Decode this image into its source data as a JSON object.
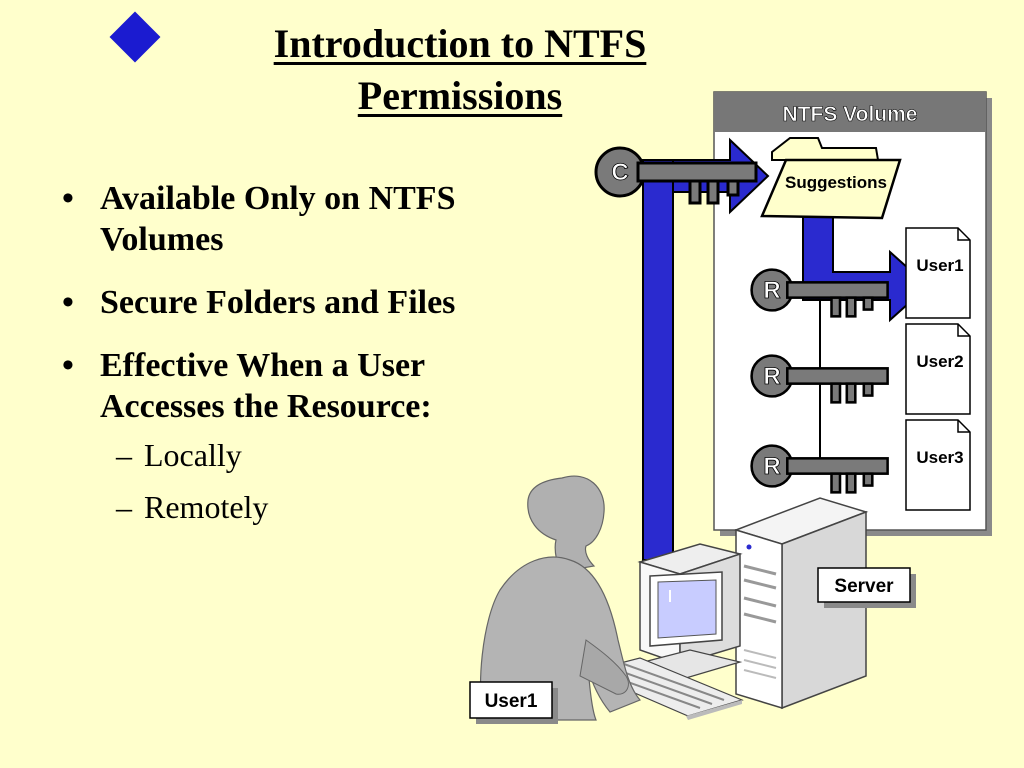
{
  "slide": {
    "title_line1": "Introduction to NTFS",
    "title_line2": "Permissions",
    "bullets": [
      "Available Only on NTFS Volumes",
      "Secure Folders and Files",
      "Effective When a User Accesses the Resource:"
    ],
    "sub_bullets": [
      "Locally",
      "Remotely"
    ]
  },
  "diagram": {
    "volume_label": "NTFS Volume",
    "folder_label": "Suggestions",
    "files": [
      "User1",
      "User2",
      "User3"
    ],
    "keys": [
      "C",
      "R",
      "R",
      "R"
    ],
    "server_label": "Server",
    "user_label": "User1"
  },
  "colors": {
    "background": "#ffffcc",
    "accent_blue": "#2a2acf",
    "key_gray": "#7a7a7a",
    "volume_header": "#777777"
  }
}
